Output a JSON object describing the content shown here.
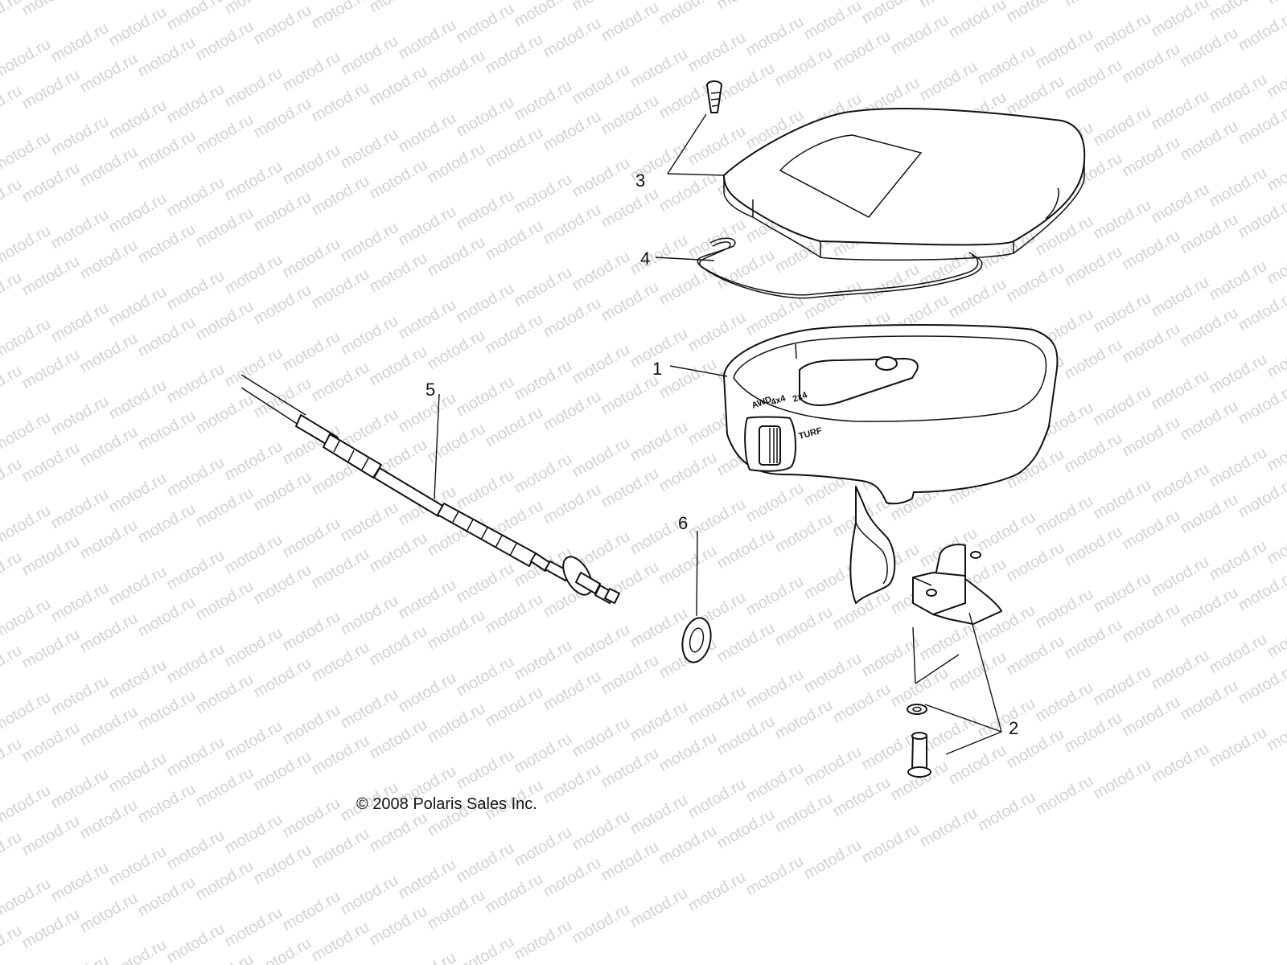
{
  "watermark": {
    "text": "motod.ru",
    "color": "#d2d2d2"
  },
  "callouts": [
    {
      "id": "1",
      "label": "1"
    },
    {
      "id": "2",
      "label": "2"
    },
    {
      "id": "3",
      "label": "3"
    },
    {
      "id": "4",
      "label": "4"
    },
    {
      "id": "5",
      "label": "5"
    },
    {
      "id": "6",
      "label": "6"
    }
  ],
  "switch_labels": {
    "mode_a": "4x4",
    "mode_b": "2x4",
    "mode_c": "TURF",
    "mode_d": "AWD"
  },
  "copyright": "© 2008 Polaris Sales Inc.",
  "colors": {
    "line": "#111111",
    "background": "#ffffff"
  }
}
